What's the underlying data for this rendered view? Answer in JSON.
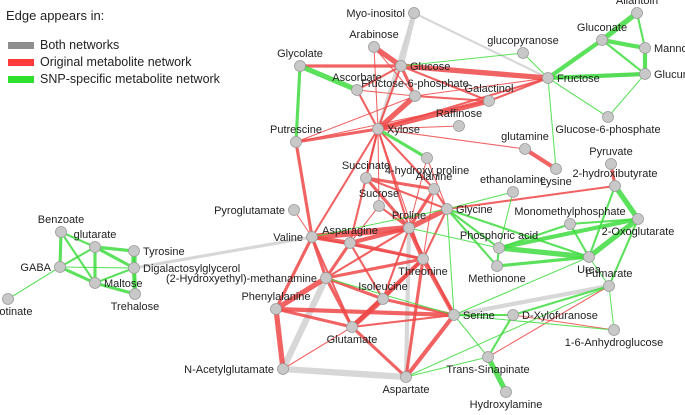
{
  "legend": {
    "title": "Edge appears in:",
    "items": [
      {
        "label": "Both networks",
        "color": "#8e8e8e"
      },
      {
        "label": "Original metabolite network",
        "color": "#ff3b3b"
      },
      {
        "label": "SNP-specific metabolite network",
        "color": "#2fe02f"
      }
    ]
  },
  "colors": {
    "node_fill": "#c8c8c8",
    "node_stroke": "#9a9a9a",
    "both": "#d3d3d3",
    "original": "#ef4848",
    "snp": "#3fdc3f"
  },
  "nodes": [
    {
      "id": "myo",
      "label": "Myo-inositol"
    },
    {
      "id": "allantoin",
      "label": "Allantoin"
    },
    {
      "id": "gluconate",
      "label": "Gluconate"
    },
    {
      "id": "mannose",
      "label": "Mannose"
    },
    {
      "id": "arabinose",
      "label": "Arabinose"
    },
    {
      "id": "glucopyranose",
      "label": "glucopyranose"
    },
    {
      "id": "glycolate",
      "label": "Glycolate"
    },
    {
      "id": "glucose",
      "label": "Glucose"
    },
    {
      "id": "glucuronate",
      "label": "Glucuronate"
    },
    {
      "id": "fructose",
      "label": "Fructose"
    },
    {
      "id": "ascorbate",
      "label": "Ascorbate"
    },
    {
      "id": "f6p",
      "label": "Fructose-6-phosphate"
    },
    {
      "id": "galactinol",
      "label": "Galactinol"
    },
    {
      "id": "g6p",
      "label": "Glucose-6-phosphate"
    },
    {
      "id": "raffinose",
      "label": "Raffinose"
    },
    {
      "id": "xylose",
      "label": "Xylose"
    },
    {
      "id": "putrescine",
      "label": "Putrescine"
    },
    {
      "id": "glutamine",
      "label": "glutamine"
    },
    {
      "id": "hydroxyproline",
      "label": "4-hydroxy proline"
    },
    {
      "id": "lysine",
      "label": "Lysine"
    },
    {
      "id": "pyruvate",
      "label": "Pyruvate"
    },
    {
      "id": "succinate",
      "label": "Succinate"
    },
    {
      "id": "hydroxybutyrate",
      "label": "2-hydroxibutyrate"
    },
    {
      "id": "alanine",
      "label": "Alanine"
    },
    {
      "id": "ethanolamine",
      "label": "ethanolamine"
    },
    {
      "id": "sucrose",
      "label": "Sucrose"
    },
    {
      "id": "pyroglutamate",
      "label": "Pyroglutamate"
    },
    {
      "id": "glycine",
      "label": "Glycine"
    },
    {
      "id": "oxoglutarate",
      "label": "2-Oxoglutarate"
    },
    {
      "id": "monomethylphosphate",
      "label": "Monomethylphosphate"
    },
    {
      "id": "benzoate",
      "label": "Benzoate"
    },
    {
      "id": "proline",
      "label": "Proline"
    },
    {
      "id": "glutarate",
      "label": "glutarate"
    },
    {
      "id": "tyrosine",
      "label": "Tyrosine"
    },
    {
      "id": "valine",
      "label": "Valine"
    },
    {
      "id": "asparagine",
      "label": "Asparagine"
    },
    {
      "id": "phosphoric",
      "label": "Phosphoric acid"
    },
    {
      "id": "urea",
      "label": "Urea"
    },
    {
      "id": "gaba",
      "label": "GABA"
    },
    {
      "id": "digalacto",
      "label": "Digalactosylglycerol"
    },
    {
      "id": "threonine",
      "label": "Threonine"
    },
    {
      "id": "methionone",
      "label": "Methionone"
    },
    {
      "id": "maltose",
      "label": "Maltose"
    },
    {
      "id": "hydroxyethyl",
      "label": "(2-Hydroxyethyl)-methanamine"
    },
    {
      "id": "fumarate",
      "label": "Fumarate"
    },
    {
      "id": "trehalose",
      "label": "Trehalose"
    },
    {
      "id": "isoleucine",
      "label": "Isoleucine"
    },
    {
      "id": "nicotinate",
      "label": "Nicotinate"
    },
    {
      "id": "phenylalanine",
      "label": "Phenylalanine"
    },
    {
      "id": "serine",
      "label": "Serine"
    },
    {
      "id": "dxylofuranose",
      "label": "D-Xylofuranose"
    },
    {
      "id": "anhydroglucose",
      "label": "1-6-Anhydroglucose"
    },
    {
      "id": "glutamate",
      "label": "Glutamate"
    },
    {
      "id": "transsinapinate",
      "label": "Trans-Sinapinate"
    },
    {
      "id": "nacetylglutamate",
      "label": "N-Acetylglutamate"
    },
    {
      "id": "aspartate",
      "label": "Aspartate"
    },
    {
      "id": "hydroxylamine",
      "label": "Hydroxylamine"
    }
  ],
  "edges": [
    [
      "gluconate",
      "allantoin",
      "snp",
      5
    ],
    [
      "gluconate",
      "mannose",
      "snp",
      4
    ],
    [
      "allantoin",
      "mannose",
      "snp",
      2
    ],
    [
      "mannose",
      "glucuronate",
      "snp",
      4
    ],
    [
      "gluconate",
      "glucuronate",
      "snp",
      2
    ],
    [
      "gluconate",
      "fructose",
      "snp",
      4
    ],
    [
      "glucuronate",
      "fructose",
      "snp",
      4
    ],
    [
      "glucuronate",
      "g6p",
      "snp",
      1
    ],
    [
      "fructose",
      "glucuronate",
      "both",
      3
    ],
    [
      "glycolate",
      "ascorbate",
      "snp",
      5
    ],
    [
      "glycolate",
      "putrescine",
      "snp",
      3
    ],
    [
      "glycolate",
      "glucose",
      "original",
      3
    ],
    [
      "arabinose",
      "glucose",
      "original",
      5
    ],
    [
      "arabinose",
      "f6p",
      "original",
      1
    ],
    [
      "arabinose",
      "xylose",
      "original",
      1
    ],
    [
      "glucose",
      "fructose",
      "original",
      5
    ],
    [
      "glucose",
      "glucopyranose",
      "snp",
      1
    ],
    [
      "glucose",
      "f6p",
      "original",
      3
    ],
    [
      "glucose",
      "galactinol",
      "original",
      2
    ],
    [
      "glucose",
      "ascorbate",
      "original",
      2
    ],
    [
      "glucose",
      "xylose",
      "original",
      2
    ],
    [
      "glucose",
      "myo",
      "both",
      5
    ],
    [
      "myo",
      "xylose",
      "both",
      3
    ],
    [
      "myo",
      "fructose",
      "both",
      2
    ],
    [
      "glucopyranose",
      "fructose",
      "snp",
      1
    ],
    [
      "fructose",
      "galactinol",
      "original",
      2
    ],
    [
      "fructose",
      "xylose",
      "original",
      2
    ],
    [
      "fructose",
      "g6p",
      "snp",
      1
    ],
    [
      "fructose",
      "f6p",
      "original",
      1
    ],
    [
      "fructose",
      "lysine",
      "snp",
      1
    ],
    [
      "galactinol",
      "xylose",
      "original",
      5
    ],
    [
      "galactinol",
      "f6p",
      "original",
      2
    ],
    [
      "galactinol",
      "putrescine",
      "original",
      1
    ],
    [
      "raffinose",
      "xylose",
      "original",
      1
    ],
    [
      "glutamine",
      "lysine",
      "original",
      4
    ],
    [
      "glutamine",
      "xylose",
      "original",
      1
    ],
    [
      "f6p",
      "xylose",
      "original",
      5
    ],
    [
      "ascorbate",
      "xylose",
      "original",
      2
    ],
    [
      "ascorbate",
      "f6p",
      "original",
      1
    ],
    [
      "putrescine",
      "xylose",
      "original",
      3
    ],
    [
      "putrescine",
      "f6p",
      "original",
      1
    ],
    [
      "putrescine",
      "valine",
      "original",
      3
    ],
    [
      "xylose",
      "hydroxyproline",
      "snp",
      3
    ],
    [
      "xylose",
      "succinate",
      "original",
      2
    ],
    [
      "xylose",
      "alanine",
      "original",
      2
    ],
    [
      "xylose",
      "sucrose",
      "original",
      1
    ],
    [
      "xylose",
      "proline",
      "original",
      2
    ],
    [
      "xylose",
      "valine",
      "original",
      2
    ],
    [
      "xylose",
      "asparagine",
      "original",
      2
    ],
    [
      "xylose",
      "threonine",
      "original",
      1
    ],
    [
      "hydroxyproline",
      "proline",
      "original",
      1
    ],
    [
      "hydroxyproline",
      "glycine",
      "original",
      1
    ],
    [
      "succinate",
      "alanine",
      "original",
      3
    ],
    [
      "succinate",
      "proline",
      "original",
      3
    ],
    [
      "succinate",
      "glycine",
      "original",
      2
    ],
    [
      "alanine",
      "glycine",
      "original",
      2
    ],
    [
      "alanine",
      "proline",
      "original",
      3
    ],
    [
      "alanine",
      "threonine",
      "original",
      1
    ],
    [
      "sucrose",
      "proline",
      "original",
      2
    ],
    [
      "sucrose",
      "asparagine",
      "original",
      1
    ],
    [
      "pyroglutamate",
      "valine",
      "original",
      1
    ],
    [
      "pyruvate",
      "hydroxybutyrate",
      "original",
      3
    ],
    [
      "hydroxybutyrate",
      "oxoglutarate",
      "snp",
      5
    ],
    [
      "hydroxybutyrate",
      "glycine",
      "original",
      2
    ],
    [
      "hydroxybutyrate",
      "urea",
      "snp",
      2
    ],
    [
      "ethanolamine",
      "glycine",
      "snp",
      1
    ],
    [
      "ethanolamine",
      "phosphoric",
      "snp",
      1
    ],
    [
      "glycine",
      "proline",
      "original",
      5
    ],
    [
      "glycine",
      "phosphoric",
      "snp",
      2
    ],
    [
      "glycine",
      "threonine",
      "original",
      2
    ],
    [
      "glycine",
      "serine",
      "snp",
      1
    ],
    [
      "glycine",
      "methionone",
      "snp",
      2
    ],
    [
      "glycine",
      "urea",
      "snp",
      2
    ],
    [
      "monomethylphosphate",
      "phosphoric",
      "snp",
      2
    ],
    [
      "monomethylphosphate",
      "urea",
      "snp",
      2
    ],
    [
      "monomethylphosphate",
      "oxoglutarate",
      "snp",
      2
    ],
    [
      "phosphoric",
      "urea",
      "snp",
      5
    ],
    [
      "phosphoric",
      "oxoglutarate",
      "snp",
      4
    ],
    [
      "phosphoric",
      "methionone",
      "snp",
      2
    ],
    [
      "urea",
      "oxoglutarate",
      "snp",
      5
    ],
    [
      "urea",
      "methionone",
      "snp",
      3
    ],
    [
      "urea",
      "fumarate",
      "snp",
      1
    ],
    [
      "oxoglutarate",
      "fumarate",
      "snp",
      2
    ],
    [
      "proline",
      "valine",
      "original",
      6
    ],
    [
      "proline",
      "asparagine",
      "original",
      4
    ],
    [
      "proline",
      "threonine",
      "original",
      4
    ],
    [
      "proline",
      "serine",
      "original",
      2
    ],
    [
      "proline",
      "hydroxyethyl",
      "original",
      2
    ],
    [
      "proline",
      "aspartate",
      "both",
      4
    ],
    [
      "proline",
      "phosphoric",
      "snp",
      1
    ],
    [
      "proline",
      "isoleucine",
      "original",
      2
    ],
    [
      "valine",
      "asparagine",
      "original",
      4
    ],
    [
      "valine",
      "hydroxyethyl",
      "original",
      3
    ],
    [
      "valine",
      "phenylalanine",
      "original",
      3
    ],
    [
      "valine",
      "glutamate",
      "original",
      2
    ],
    [
      "valine",
      "threonine",
      "original",
      2
    ],
    [
      "valine",
      "digalacto",
      "both",
      3
    ],
    [
      "valine",
      "glycine",
      "snp",
      1
    ],
    [
      "asparagine",
      "hydroxyethyl",
      "original",
      3
    ],
    [
      "asparagine",
      "threonine",
      "original",
      3
    ],
    [
      "asparagine",
      "isoleucine",
      "original",
      2
    ],
    [
      "hydroxyethyl",
      "isoleucine",
      "original",
      3
    ],
    [
      "hydroxyethyl",
      "threonine",
      "original",
      3
    ],
    [
      "hydroxyethyl",
      "phenylalanine",
      "original",
      5
    ],
    [
      "hydroxyethyl",
      "glutamate",
      "original",
      3
    ],
    [
      "hydroxyethyl",
      "serine",
      "snp",
      1
    ],
    [
      "hydroxyethyl",
      "nacetylglutamate",
      "both",
      6
    ],
    [
      "threonine",
      "isoleucine",
      "original",
      3
    ],
    [
      "threonine",
      "serine",
      "original",
      4
    ],
    [
      "threonine",
      "glutamate",
      "original",
      4
    ],
    [
      "threonine",
      "aspartate",
      "original",
      3
    ],
    [
      "isoleucine",
      "glutamate",
      "original",
      5
    ],
    [
      "isoleucine",
      "serine",
      "original",
      3
    ],
    [
      "phenylalanine",
      "glutamate",
      "original",
      3
    ],
    [
      "phenylalanine",
      "serine",
      "original",
      4
    ],
    [
      "phenylalanine",
      "nacetylglutamate",
      "original",
      5
    ],
    [
      "glutamate",
      "aspartate",
      "original",
      3
    ],
    [
      "glutamate",
      "nacetylglutamate",
      "original",
      1
    ],
    [
      "glutamate",
      "serine",
      "original",
      2
    ],
    [
      "serine",
      "dxylofuranose",
      "snp",
      2
    ],
    [
      "serine",
      "fumarate",
      "both",
      4
    ],
    [
      "serine",
      "aspartate",
      "original",
      4
    ],
    [
      "serine",
      "anhydroglucose",
      "snp",
      1
    ],
    [
      "serine",
      "transsinapinate",
      "snp",
      1
    ],
    [
      "serine",
      "urea",
      "snp",
      1
    ],
    [
      "dxylofuranose",
      "transsinapinate",
      "snp",
      2
    ],
    [
      "dxylofuranose",
      "fumarate",
      "snp",
      2
    ],
    [
      "dxylofuranose",
      "anhydroglucose",
      "original",
      1
    ],
    [
      "transsinapinate",
      "hydroxylamine",
      "snp",
      5
    ],
    [
      "transsinapinate",
      "aspartate",
      "snp",
      1
    ],
    [
      "transsinapinate",
      "fumarate",
      "original",
      1
    ],
    [
      "nacetylglutamate",
      "aspartate",
      "both",
      6
    ],
    [
      "fumarate",
      "anhydroglucose",
      "snp",
      1
    ],
    [
      "fumarate",
      "aspartate",
      "snp",
      1
    ],
    [
      "benzoate",
      "glutarate",
      "snp",
      2
    ],
    [
      "benzoate",
      "gaba",
      "snp",
      3
    ],
    [
      "benzoate",
      "maltose",
      "snp",
      2
    ],
    [
      "glutarate",
      "tyrosine",
      "snp",
      3
    ],
    [
      "glutarate",
      "digalacto",
      "snp",
      3
    ],
    [
      "glutarate",
      "maltose",
      "snp",
      3
    ],
    [
      "glutarate",
      "gaba",
      "snp",
      2
    ],
    [
      "tyrosine",
      "digalacto",
      "snp",
      5
    ],
    [
      "tyrosine",
      "trehalose",
      "snp",
      2
    ],
    [
      "digalacto",
      "trehalose",
      "snp",
      4
    ],
    [
      "gaba",
      "maltose",
      "snp",
      3
    ],
    [
      "gaba",
      "nicotinate",
      "snp",
      1
    ],
    [
      "maltose",
      "trehalose",
      "snp",
      3
    ],
    [
      "gaba",
      "digalacto",
      "snp",
      1
    ],
    [
      "maltose",
      "digalacto",
      "snp",
      2
    ]
  ]
}
